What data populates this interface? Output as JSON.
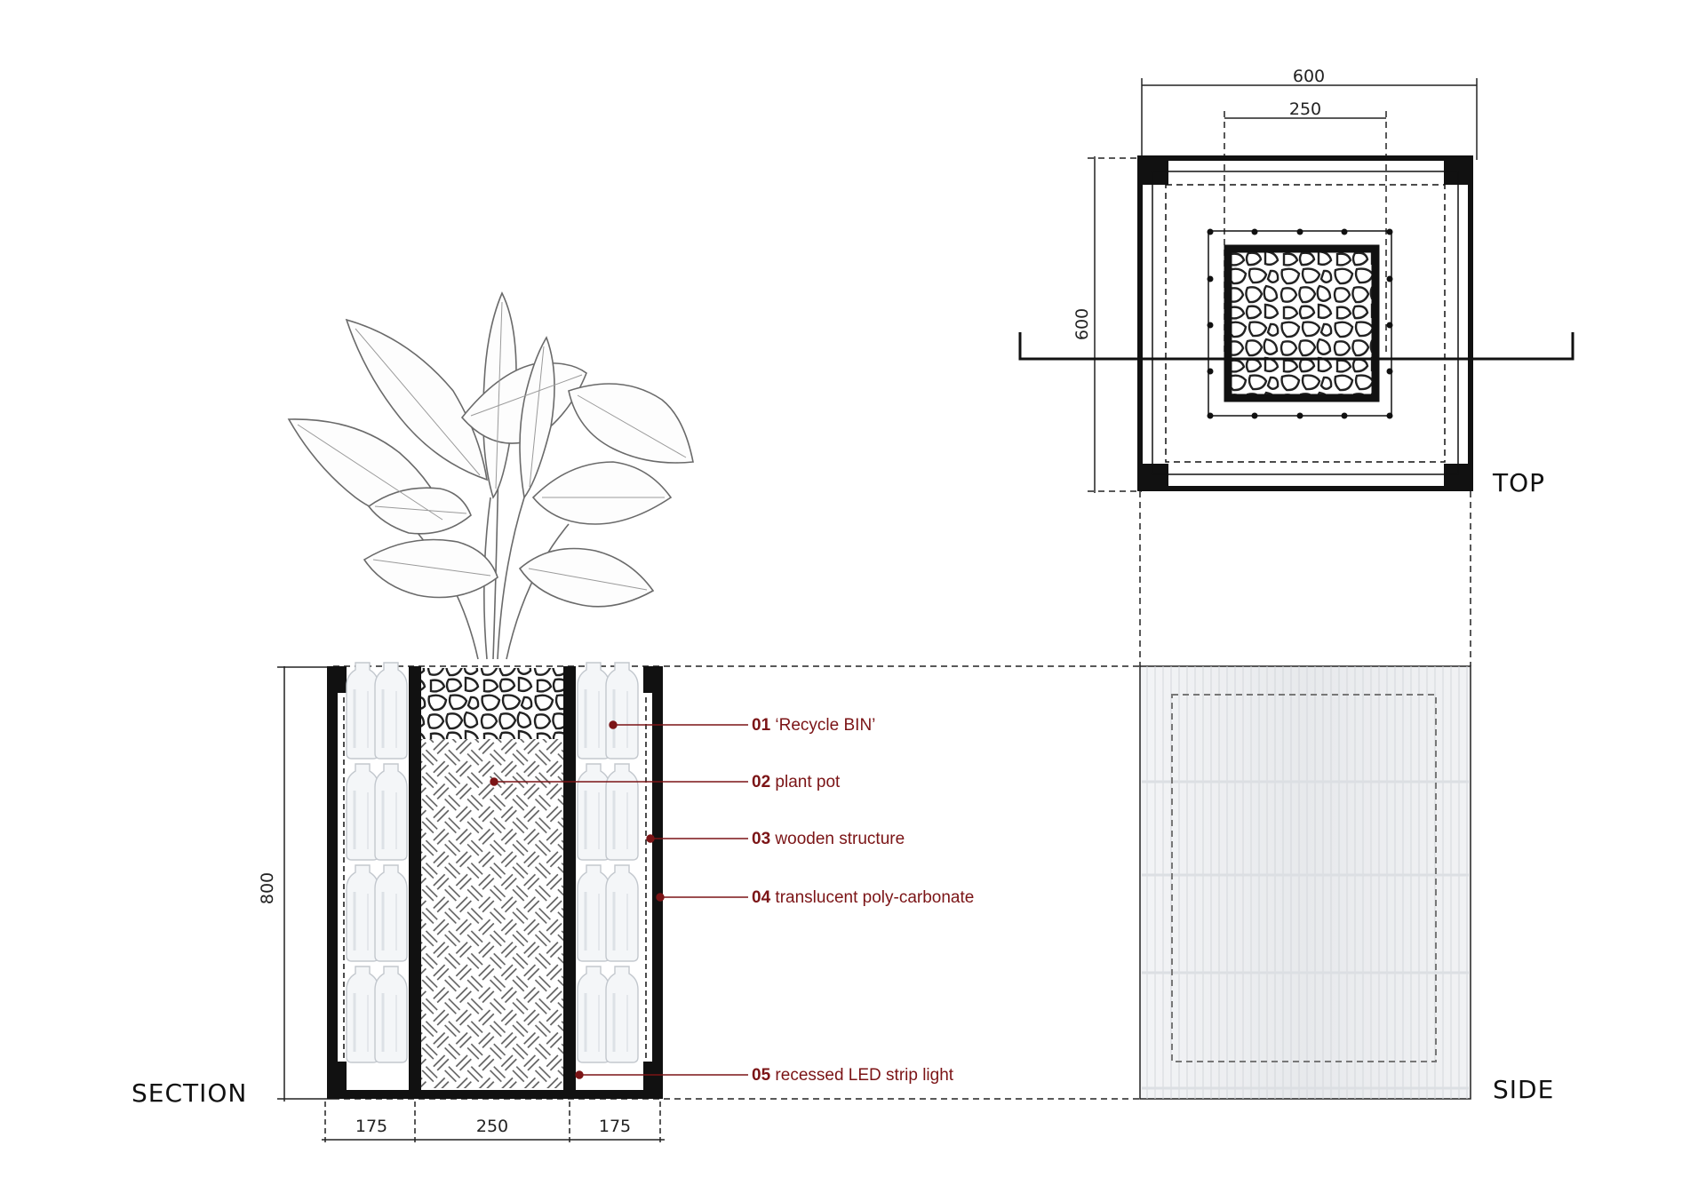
{
  "views": {
    "section": "SECTION",
    "top": "TOP",
    "side": "SIDE"
  },
  "dimensions": {
    "top_outer_width": "600",
    "top_inner_width": "250",
    "top_outer_depth": "600",
    "section_height": "800",
    "section_left": "175",
    "section_center": "250",
    "section_right": "175"
  },
  "annotations": [
    {
      "num": "01",
      "text": "‘Recycle BIN’"
    },
    {
      "num": "02",
      "text": "plant pot"
    },
    {
      "num": "03",
      "text": "wooden structure"
    },
    {
      "num": "04",
      "text": "translucent poly-carbonate"
    },
    {
      "num": "05",
      "text": "recessed LED strip light"
    }
  ],
  "colors": {
    "annotation": "#7b1416",
    "line": "#111111",
    "panel": "#eef0f2"
  }
}
